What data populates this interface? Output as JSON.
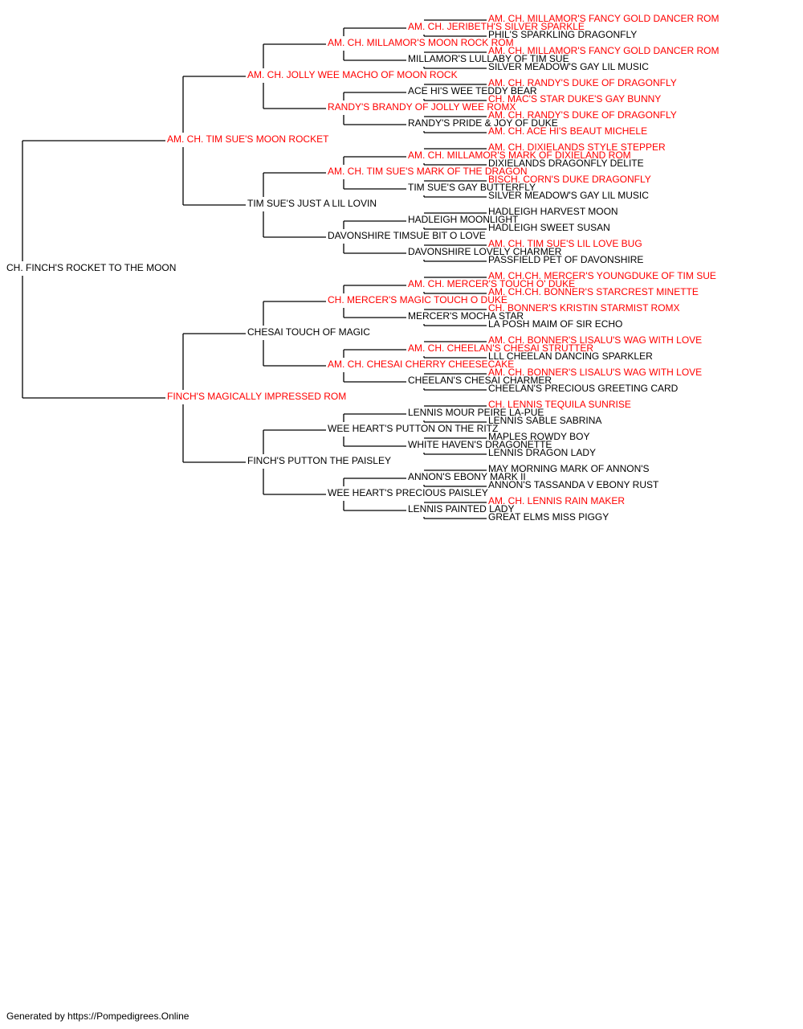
{
  "colors": {
    "champion": "#ff0000",
    "regular": "#000000",
    "line": "#000000"
  },
  "pedigree": {
    "subject": {
      "name": "CH. FINCH'S ROCKET TO THE MOON",
      "champion": false
    },
    "sire": {
      "name": "AM. CH. TIM SUE'S MOON ROCKET",
      "champion": true
    },
    "dam": {
      "name": "FINCH'S MAGICALLY IMPRESSED ROM",
      "champion": true
    },
    "grandparents": [
      {
        "name": "AM. CH. JOLLY WEE MACHO OF MOON ROCK",
        "champion": true
      },
      {
        "name": "TIM SUE'S JUST A LIL LOVIN",
        "champion": false
      },
      {
        "name": "CHESAI TOUCH OF MAGIC",
        "champion": false
      },
      {
        "name": "FINCH'S PUTTON THE PAISLEY",
        "champion": false
      }
    ],
    "great_grandparents": [
      {
        "name": "AM. CH. MILLAMOR'S MOON ROCK ROM",
        "champion": true
      },
      {
        "name": "RANDY'S BRANDY OF JOLLY WEE ROMX",
        "champion": true
      },
      {
        "name": "AM. CH. TIM SUE'S MARK OF THE DRAGON",
        "champion": true
      },
      {
        "name": "DAVONSHIRE TIMSUE BIT O LOVE",
        "champion": false
      },
      {
        "name": "CH. MERCER'S MAGIC TOUCH O DUKE",
        "champion": true
      },
      {
        "name": "AM. CH. CHESAI CHERRY CHEESECAKE",
        "champion": true
      },
      {
        "name": "WEE HEART'S PUTTON ON THE RITZ",
        "champion": false
      },
      {
        "name": "WEE HEART'S PRECIOUS PAISLEY",
        "champion": false
      }
    ],
    "great_great_grandparents": [
      {
        "name": "AM. CH. JERIBETH'S SILVER SPARKLE",
        "champion": true
      },
      {
        "name": "MILLAMOR'S LULLABY OF TIM SUE",
        "champion": false
      },
      {
        "name": "ACE HI'S WEE TEDDY BEAR",
        "champion": false
      },
      {
        "name": "RANDY'S PRIDE & JOY OF DUKE",
        "champion": false
      },
      {
        "name": "AM. CH. MILLAMOR'S MARK OF DIXIELAND ROM",
        "champion": true
      },
      {
        "name": "TIM SUE'S GAY BUTTERFLY",
        "champion": false
      },
      {
        "name": "HADLEIGH MOONLIGHT",
        "champion": false
      },
      {
        "name": "DAVONSHIRE LOVELY CHARMER",
        "champion": false
      },
      {
        "name": "AM. CH. MERCER'S TOUCH O' DUKE",
        "champion": true
      },
      {
        "name": "MERCER'S MOCHA STAR",
        "champion": false
      },
      {
        "name": "AM. CH. CHEELAN'S CHESAI STRUTTER",
        "champion": true
      },
      {
        "name": "CHEELAN'S CHESAI CHARMER",
        "champion": false
      },
      {
        "name": "LENNIS MOUR PEIRE LA-PUE",
        "champion": false
      },
      {
        "name": "WHITE HAVEN'S DRAGONETTE",
        "champion": false
      },
      {
        "name": "ANNON'S EBONY MARK II",
        "champion": false
      },
      {
        "name": "LENNIS PAINTED LADY",
        "champion": false
      }
    ],
    "generation_5": [
      {
        "name": "AM. CH. MILLAMOR'S FANCY GOLD DANCER ROM",
        "champion": true
      },
      {
        "name": "PHIL'S SPARKLING DRAGONFLY",
        "champion": false
      },
      {
        "name": "AM. CH. MILLAMOR'S FANCY GOLD DANCER ROM",
        "champion": true
      },
      {
        "name": "SILVER MEADOW'S GAY LIL MUSIC",
        "champion": false
      },
      {
        "name": "AM. CH. RANDY'S DUKE OF DRAGONFLY",
        "champion": true
      },
      {
        "name": "CH. MAC'S STAR DUKE'S GAY BUNNY",
        "champion": true
      },
      {
        "name": "AM. CH. RANDY'S DUKE OF DRAGONFLY",
        "champion": true
      },
      {
        "name": "AM. CH. ACE HI'S BEAUT MICHELE",
        "champion": true
      },
      {
        "name": "AM. CH. DIXIELANDS STYLE STEPPER",
        "champion": true
      },
      {
        "name": "DIXIELANDS DRAGONFLY DELITE",
        "champion": false
      },
      {
        "name": "BISCH. CORN'S DUKE DRAGONFLY",
        "champion": true
      },
      {
        "name": "SILVER MEADOW'S GAY LIL MUSIC",
        "champion": false
      },
      {
        "name": "HADLEIGH HARVEST MOON",
        "champion": false
      },
      {
        "name": "HADLEIGH SWEET SUSAN",
        "champion": false
      },
      {
        "name": "AM. CH. TIM SUE'S LIL LOVE BUG",
        "champion": true
      },
      {
        "name": "PASSFIELD PET OF DAVONSHIRE",
        "champion": false
      },
      {
        "name": "AM. CH.CH. MERCER'S YOUNGDUKE OF TIM SUE",
        "champion": true
      },
      {
        "name": "AM. CH.CH. BONNER'S STARCREST MINETTE",
        "champion": true
      },
      {
        "name": "CH. BONNER'S KRISTIN STARMIST ROMX",
        "champion": true
      },
      {
        "name": "LA POSH MAIM OF SIR ECHO",
        "champion": false
      },
      {
        "name": "AM. CH. BONNER'S LISALU'S WAG WITH LOVE",
        "champion": true
      },
      {
        "name": "LLL CHEELAN DANCING SPARKLER",
        "champion": false
      },
      {
        "name": "AM. CH. BONNER'S LISALU'S WAG WITH LOVE",
        "champion": true
      },
      {
        "name": "CHEELAN'S PRECIOUS GREETING CARD",
        "champion": false
      },
      {
        "name": "CH. LENNIS TEQUILA SUNRISE",
        "champion": true
      },
      {
        "name": "LENNIS SABLE SABRINA",
        "champion": false
      },
      {
        "name": "MAPLES ROWDY BOY",
        "champion": false
      },
      {
        "name": "LENNIS DRAGON LADY",
        "champion": false
      },
      {
        "name": "MAY MORNING MARK OF ANNON'S",
        "champion": false
      },
      {
        "name": "ANNON'S TASSANDA V EBONY RUST",
        "champion": false
      },
      {
        "name": "AM. CH. LENNIS RAIN MAKER",
        "champion": true
      },
      {
        "name": "GREAT ELMS MISS PIGGY",
        "champion": false
      }
    ]
  },
  "footer": {
    "text": "Generated by https://Pompedigrees.Online"
  }
}
